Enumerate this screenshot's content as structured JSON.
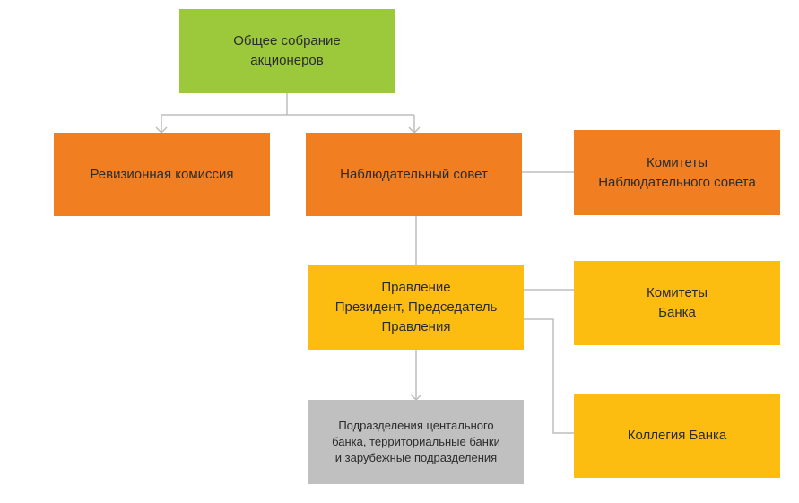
{
  "colors": {
    "green": "#9cc93b",
    "orange": "#f17f22",
    "yellow": "#fdbd10",
    "gray": "#c0c0c0",
    "connector": "#bdbdbd"
  },
  "nodes": {
    "shareholders": "Общее собрание\nакционеров",
    "audit_commission": "Ревизионная комиссия",
    "supervisory_board": "Наблюдательный совет",
    "board_committees": "Комитеты\nНаблюдательного совета",
    "management_board": "Правление\nПрезидент, Председатель\nПравления",
    "bank_committees": "Комитеты\nБанка",
    "divisions": "Подразделения центального\nбанка, территориальные банки\nи зарубежные подразделения",
    "bank_collegium": "Коллегия Банка"
  }
}
